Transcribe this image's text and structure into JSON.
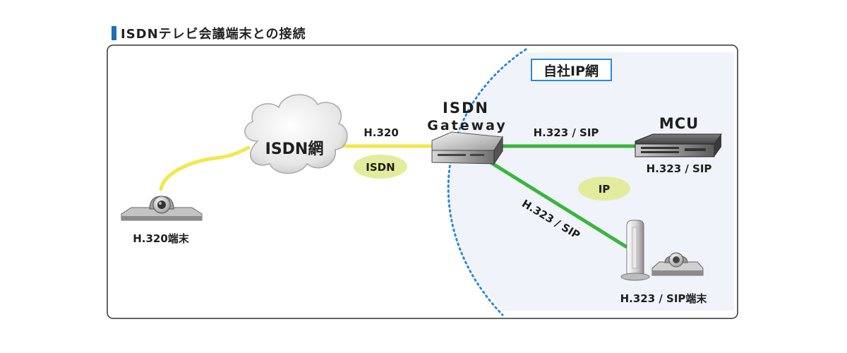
{
  "title": "ISDNテレビ会議端末との接続",
  "ip_zone_label": "自社IP網",
  "nodes": {
    "h320_terminal": "H.320端末",
    "isdn_cloud": "ISDN網",
    "gateway_line1": "ISDN",
    "gateway_line2": "Gateway",
    "mcu_name": "MCU",
    "mcu_protocol": "H.323 / SIP",
    "sip_terminal": "H.323 / SIP端末"
  },
  "links": {
    "isdn_protocol": "H.320",
    "isdn_badge": "ISDN",
    "gw_mcu_protocol": "H.323 / SIP",
    "gw_terminal_protocol": "H.323 / SIP",
    "ip_badge": "IP"
  },
  "colors": {
    "isdn_line": "#f2e84a",
    "ip_line": "#3cb440",
    "badge_fill": "#e2ec9c",
    "ip_zone_bg": "#f0f3f9",
    "dashed_border": "#2a8ad6",
    "title_accent": "#1f6fb8"
  }
}
